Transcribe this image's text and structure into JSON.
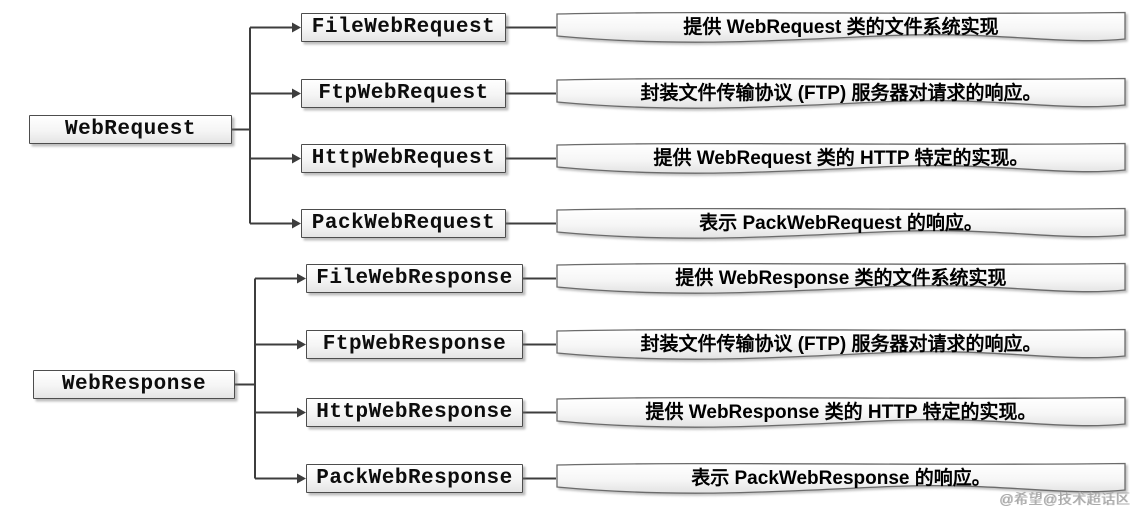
{
  "diagram": {
    "groups": [
      {
        "root": {
          "label": "WebRequest"
        },
        "children": [
          {
            "label": "FileWebRequest",
            "desc": "提供 WebRequest 类的文件系统实现"
          },
          {
            "label": "FtpWebRequest",
            "desc": "封装文件传输协议 (FTP) 服务器对请求的响应。"
          },
          {
            "label": "HttpWebRequest",
            "desc": "提供 WebRequest 类的 HTTP 特定的实现。"
          },
          {
            "label": "PackWebRequest",
            "desc": "表示 PackWebRequest 的响应。"
          }
        ]
      },
      {
        "root": {
          "label": "WebResponse"
        },
        "children": [
          {
            "label": "FileWebResponse",
            "desc": "提供 WebResponse 类的文件系统实现"
          },
          {
            "label": "FtpWebResponse",
            "desc": "封装文件传输协议 (FTP) 服务器对请求的响应。"
          },
          {
            "label": "HttpWebResponse",
            "desc": "提供 WebResponse 类的 HTTP 特定的实现。"
          },
          {
            "label": "PackWebResponse",
            "desc": "表示 PackWebResponse 的响应。"
          }
        ]
      }
    ]
  },
  "watermark": {
    "text": "@希望@技术超话区"
  },
  "colors": {
    "connector": "#3d3d3d",
    "node_border": "#4d4d4d",
    "node_fill": "#f0f0f0",
    "banner_stroke": "#6b6b6b",
    "banner_fill": "#f2f2f2",
    "watermark": "#a9a9a9",
    "background": "#ffffff"
  }
}
